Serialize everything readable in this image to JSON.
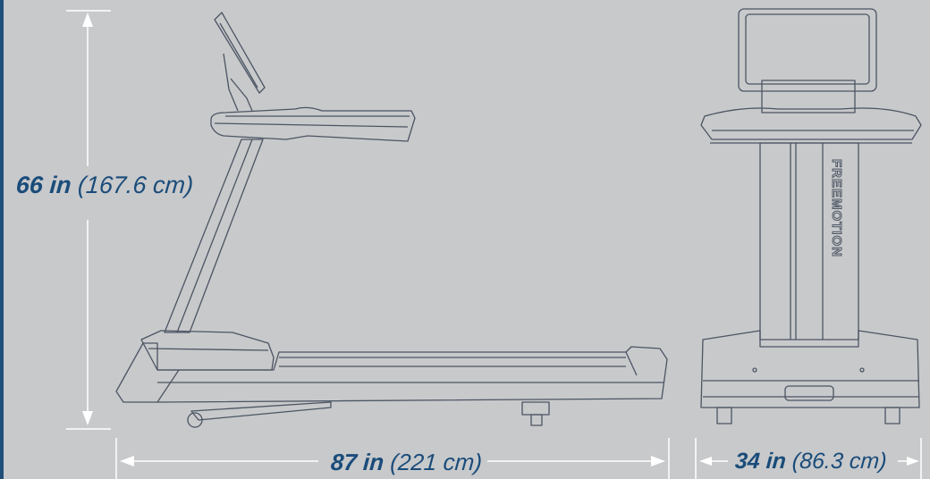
{
  "dimensions": {
    "height": {
      "imperial": "66 in",
      "metric": "(167.6 cm)"
    },
    "length": {
      "imperial": "87 in",
      "metric": "(221 cm)"
    },
    "width": {
      "imperial": "34 in",
      "metric": "(86.3 cm)"
    }
  },
  "brand": "FREEMOTION",
  "colors": {
    "background": "#c8c9cb",
    "dimension_text": "#1a4c7a",
    "lines": "#ffffff",
    "drawing": "#4b5563"
  }
}
